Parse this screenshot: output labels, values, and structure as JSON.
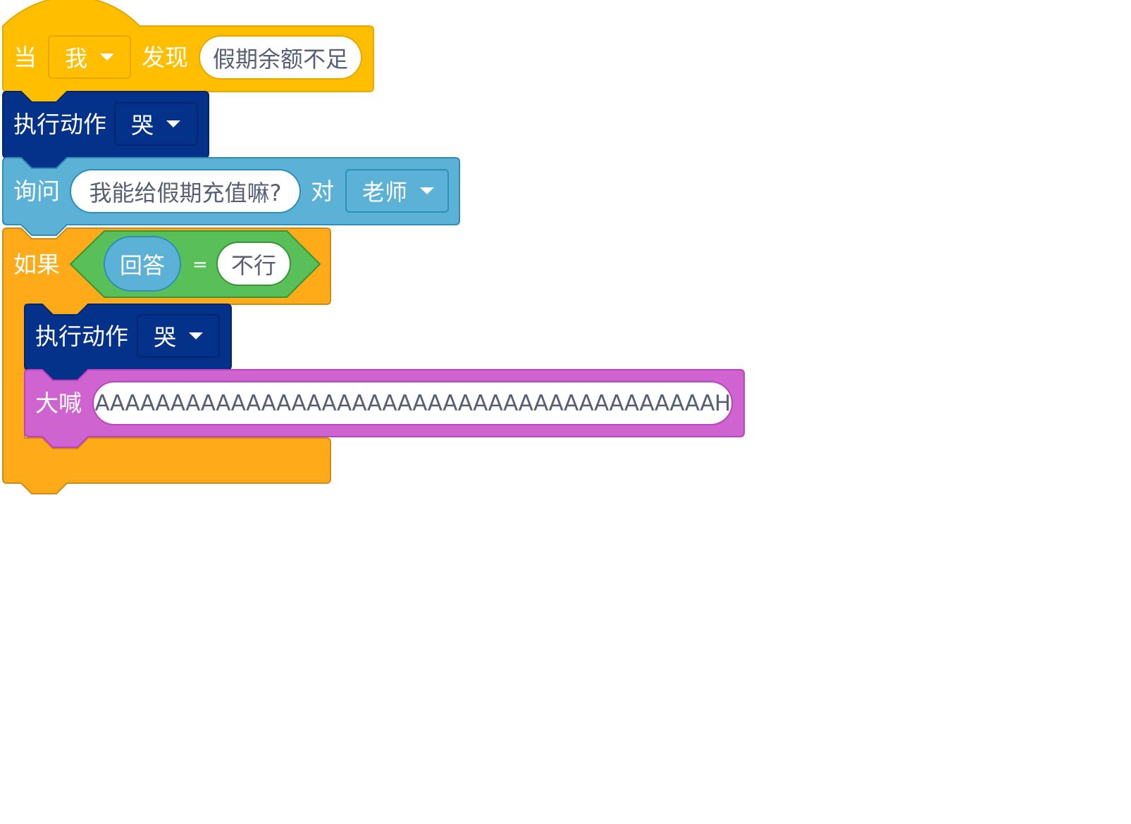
{
  "script": {
    "hat": {
      "when_label": "当",
      "sprite_value": "我",
      "notice_label": "发现",
      "message_value": "假期余额不足",
      "color": "#ffbf00",
      "border": "#e6a800"
    },
    "action1": {
      "label": "执行动作",
      "value": "哭",
      "color": "#04318a",
      "border": "#03276e"
    },
    "ask": {
      "label": "询问",
      "question_value": "我能给假期充值嘛?",
      "to_label": "对",
      "target_value": "老师",
      "color": "#5cb1d6",
      "border": "#2e8eb8"
    },
    "if_block": {
      "label": "如果",
      "color": "#ffab19",
      "border": "#cf8b17",
      "condition": {
        "color": "#59c059",
        "border": "#389438",
        "left_reporter": "回答",
        "reporter_color": "#5cb1d6",
        "reporter_border": "#2e8eb8",
        "operator": "=",
        "right_value": "不行"
      },
      "inner": {
        "action": {
          "label": "执行动作",
          "value": "哭",
          "color": "#04318a",
          "border": "#03276e"
        },
        "shout": {
          "label": "大喊",
          "value": "AAAAAAAAAAAAAAAAAAAAAAAAAAAAAAAAAAAAAAAAAH",
          "color": "#cf63cf",
          "border": "#bd42bd"
        }
      }
    }
  }
}
